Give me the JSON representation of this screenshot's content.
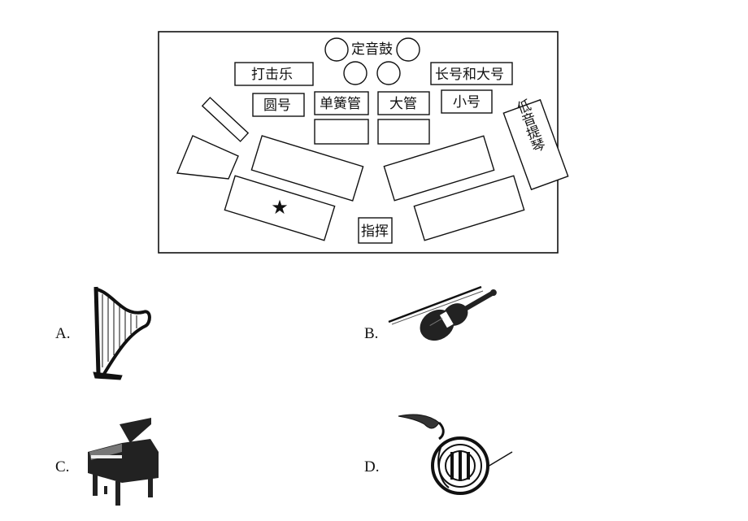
{
  "stage_plan": {
    "labels": {
      "timpani": "定音鼓",
      "percussion": "打击乐",
      "tubas": "长号和大号",
      "horn": "圆号",
      "clarinet": "单簧管",
      "bassoon": "大管",
      "trumpet": "小号",
      "double_bass": "低音提琴",
      "conductor": "指挥"
    },
    "marker": "★"
  },
  "options": [
    {
      "letter": "A.",
      "icon": "harp-icon"
    },
    {
      "letter": "B.",
      "icon": "violin-icon"
    },
    {
      "letter": "C.",
      "icon": "grand-piano-icon"
    },
    {
      "letter": "D.",
      "icon": "french-horn-icon"
    }
  ]
}
